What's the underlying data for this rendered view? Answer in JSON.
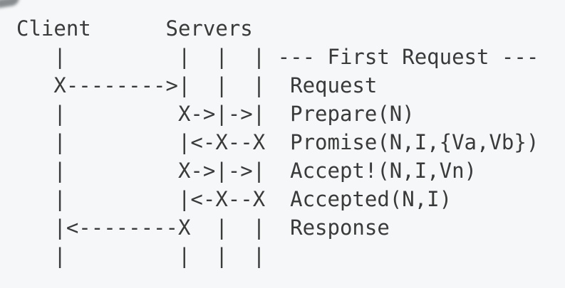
{
  "scene": {
    "background_color": "#f5f7f8",
    "text_color": "#3a3a3a"
  },
  "header": {
    "client": "Client",
    "servers": "Servers"
  },
  "rows": [
    {
      "marks": "   |         |  |  |",
      "label": "--- First Request ---"
    },
    {
      "marks": "   X-------->|  |  |",
      "label": "Request"
    },
    {
      "marks": "   |         X->|->|",
      "label": "Prepare(N)"
    },
    {
      "marks": "   |         |<-X--X",
      "label": "Promise(N,I,{Va,Vb})"
    },
    {
      "marks": "   |         X->|->|",
      "label": "Accept!(N,I,Vn)"
    },
    {
      "marks": "   |         |<-X--X",
      "label": "Accepted(N,I)"
    },
    {
      "marks": "   |<--------X  |  |",
      "label": "Response"
    },
    {
      "marks": "   |         |  |  |",
      "label": ""
    }
  ],
  "ascii_lines": [
    "Client      Servers",
    "   |         |  |  | --- First Request ---",
    "   X-------->|  |  |  Request",
    "   |         X->|->|  Prepare(N)",
    "   |         |<-X--X  Promise(N,I,{Va,Vb})",
    "   |         X->|->|  Accept!(N,I,Vn)",
    "   |         |<-X--X  Accepted(N,I)",
    "   |<--------X  |  |  Response",
    "   |         |  |  |"
  ]
}
